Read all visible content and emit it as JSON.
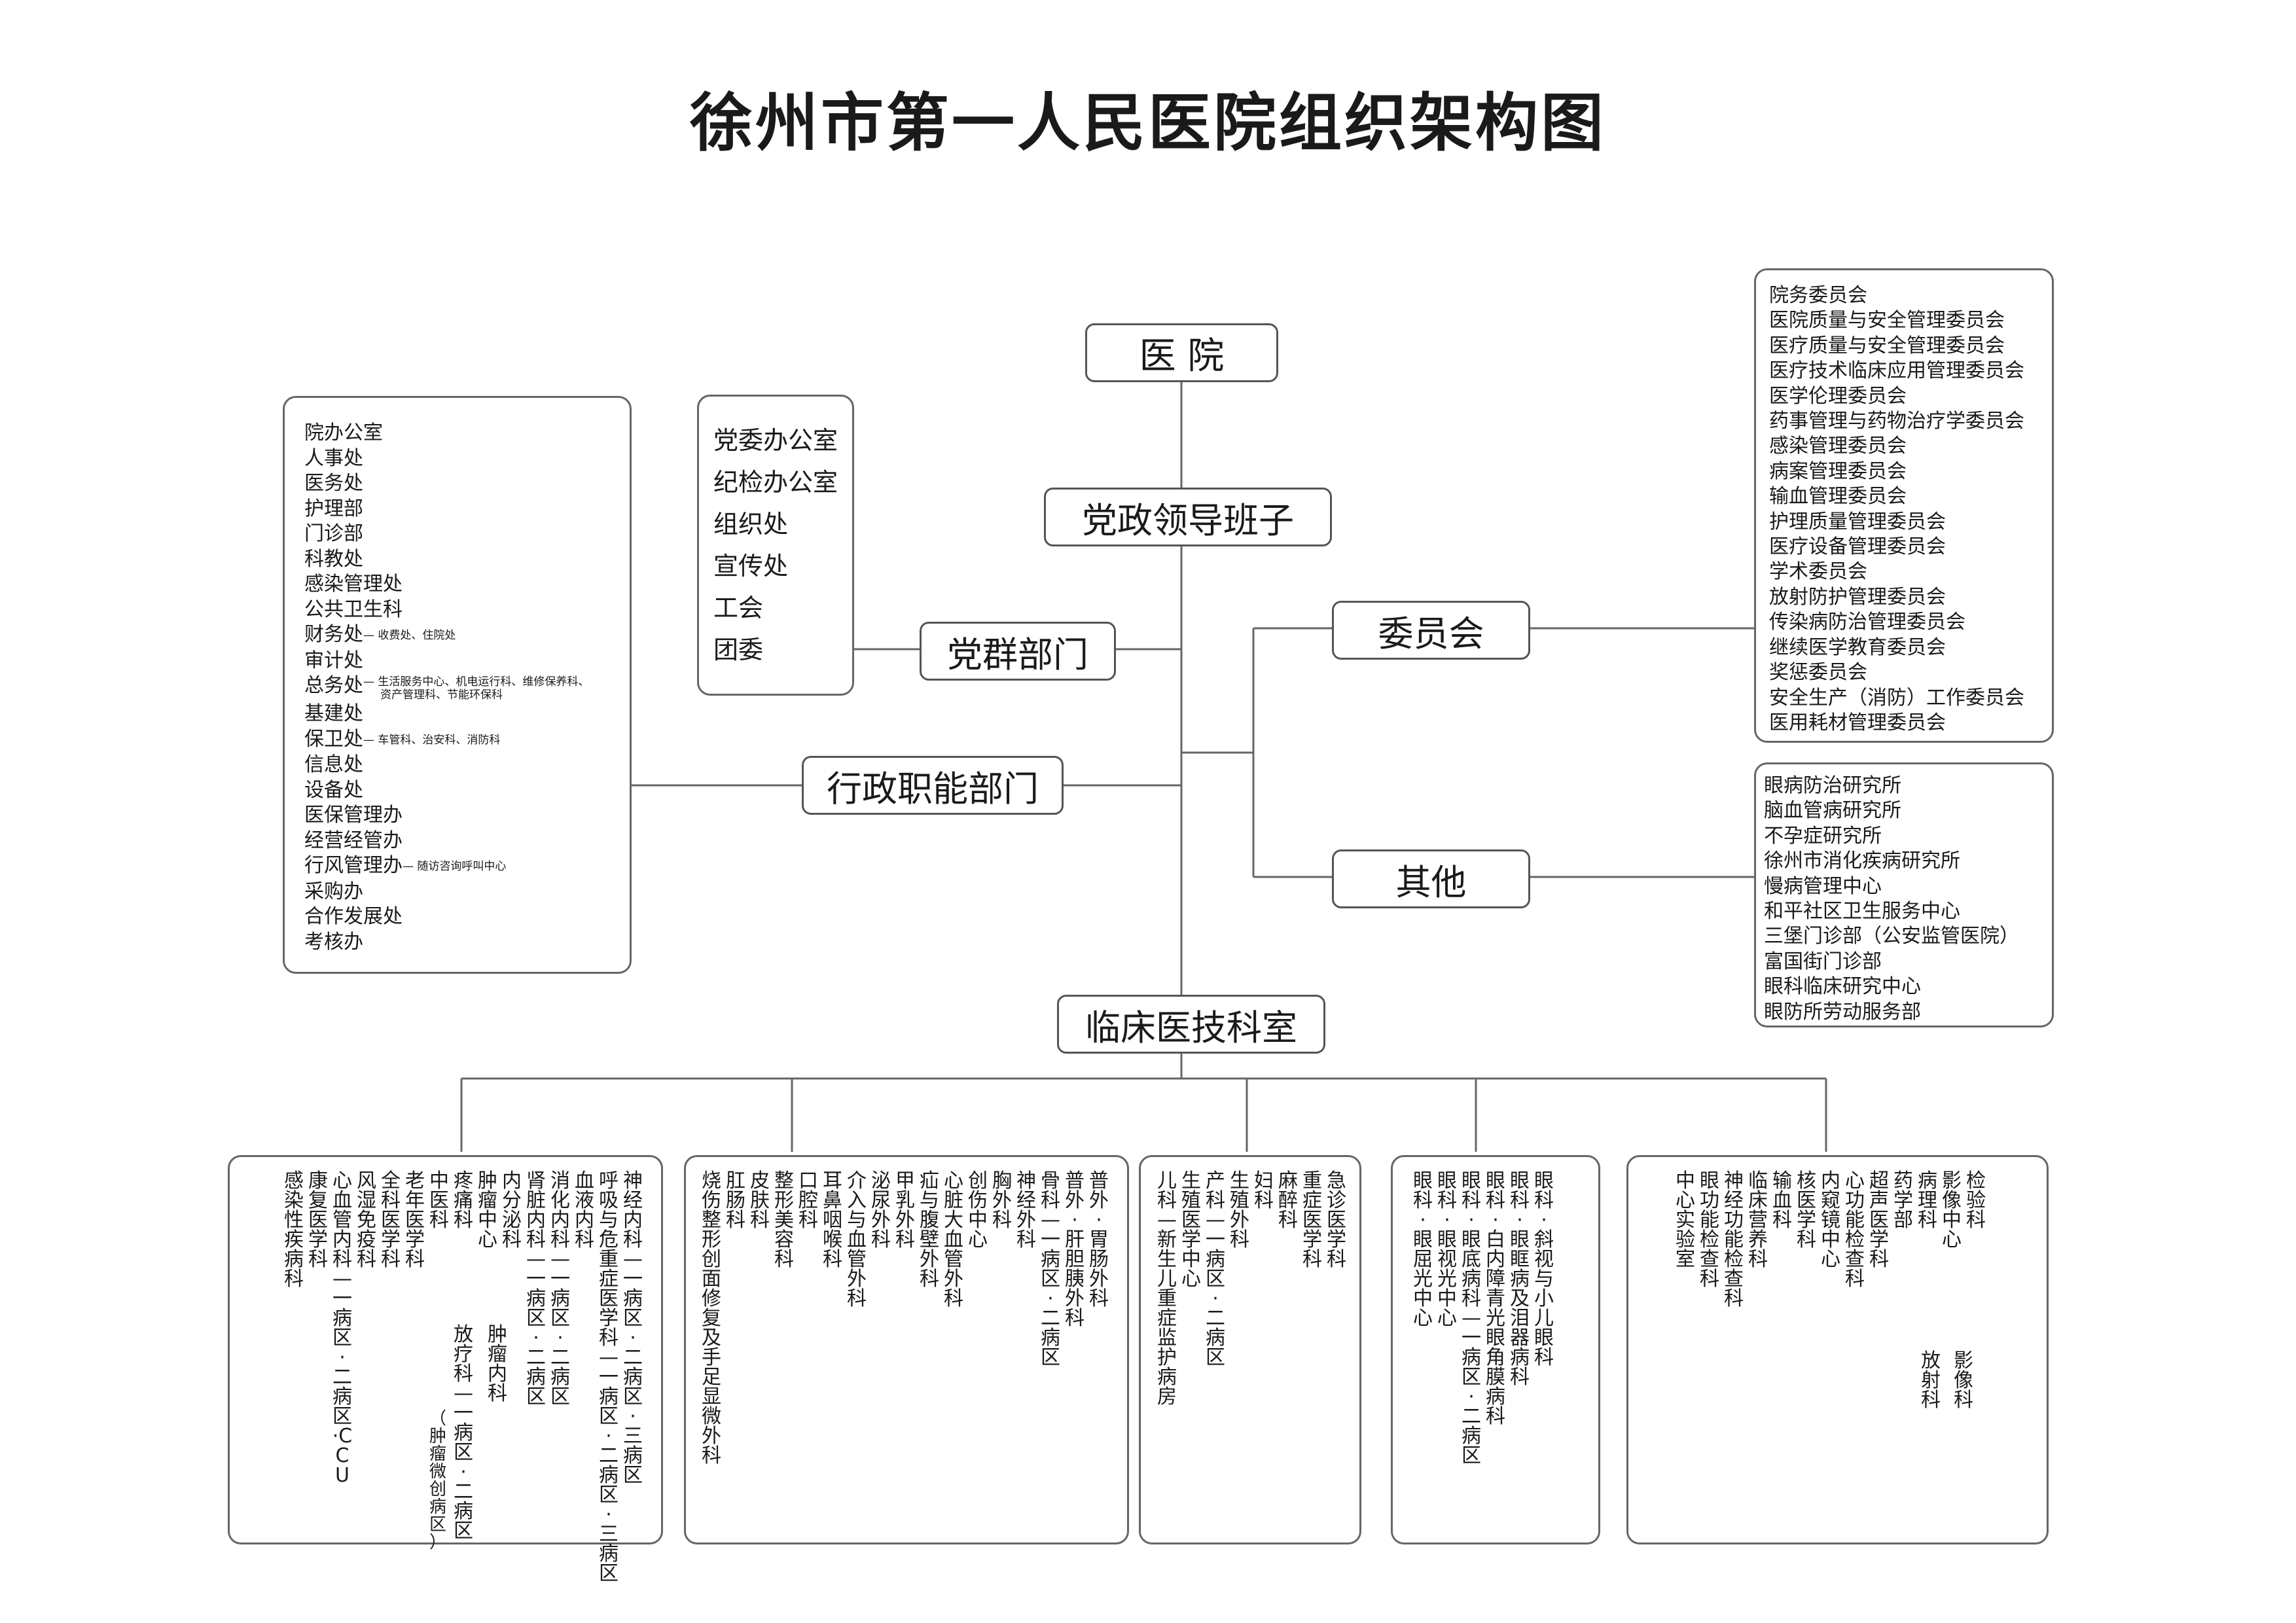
{
  "title": "徐州市第一人民医院组织架构图",
  "nodes": {
    "hospital": "医 院",
    "leadership": "党政领导班子",
    "party_dept": "党群部门",
    "admin_dept": "行政职能部门",
    "committee": "委员会",
    "other": "其他",
    "clinical": "临床医技科室"
  },
  "admin_items": [
    {
      "label": "院办公室"
    },
    {
      "label": "人事处"
    },
    {
      "label": "医务处"
    },
    {
      "label": "护理部"
    },
    {
      "label": "门诊部"
    },
    {
      "label": "科教处"
    },
    {
      "label": "感染管理处"
    },
    {
      "label": "公共卫生科"
    },
    {
      "label": "财务处",
      "sub": "— 收费处、住院处"
    },
    {
      "label": "审计处"
    },
    {
      "label": "总务处",
      "sub": "— 生活服务中心、机电运行科、维修保养科、",
      "sub_line2": "资产管理科、节能环保科"
    },
    {
      "label": "基建处"
    },
    {
      "label": "保卫处",
      "sub": "— 车管科、治安科、消防科"
    },
    {
      "label": "信息处"
    },
    {
      "label": "设备处"
    },
    {
      "label": "医保管理办"
    },
    {
      "label": "经营经管办"
    },
    {
      "label": "行风管理办",
      "sub": "— 随访咨询呼叫中心"
    },
    {
      "label": "采购办"
    },
    {
      "label": "合作发展处"
    },
    {
      "label": "考核办"
    }
  ],
  "party_items": [
    "党委办公室",
    "纪检办公室",
    "组织处",
    "宣传处",
    "工会",
    "团委"
  ],
  "committee_items": [
    "院务委员会",
    "医院质量与安全管理委员会",
    "医疗质量与安全管理委员会",
    "医疗技术临床应用管理委员会",
    "医学伦理委员会",
    "药事管理与药物治疗学委员会",
    "感染管理委员会",
    "病案管理委员会",
    "输血管理委员会",
    "护理质量管理委员会",
    "医疗设备管理委员会",
    "学术委员会",
    "放射防护管理委员会",
    "传染病防治管理委员会",
    "继续医学教育委员会",
    "奖惩委员会",
    "安全生产（消防）工作委员会",
    "医用耗材管理委员会"
  ],
  "other_items": [
    "眼病防治研究所",
    "脑血管病研究所",
    "不孕症研究所",
    "徐州市消化疾病研究所",
    "慢病管理中心",
    "和平社区卫生服务中心",
    "三堡门诊部（公安监管医院）",
    "富国街门诊部",
    "眼科临床研究中心",
    "眼防所劳动服务部"
  ],
  "clinical_groups": [
    {
      "columns": [
        "神经内科—一病区·二病区·三病区",
        "呼吸与危重症医学科—一病区·二病区·三病区",
        "血液内科",
        "消化内科—一病区·二病区",
        "肾脏内科—一病区·二病区",
        "内分泌科",
        "肿瘤中心",
        "疼痛科",
        "中医科",
        "老年医学科",
        "全科医学科",
        "风湿免疫科",
        "心血管内科—一病区·二病区·CCU",
        "康复医学科",
        "感染性疾病科"
      ],
      "tumor_sub": [
        "肿瘤内科",
        "放疗科—一病区·二病区",
        "（肿瘤微创病区）"
      ]
    },
    {
      "columns": [
        "普外·胃肠外科",
        "普外·肝胆胰外科",
        "骨科—一病区·二病区",
        "神经外科",
        "胸外科",
        "创伤中心",
        "心脏大血管外科",
        "疝与腹壁外科",
        "甲乳外科",
        "泌尿外科",
        "介入与血管外科",
        "耳鼻咽喉科",
        "口腔科",
        "整形美容科",
        "皮肤科",
        "肛肠科",
        "烧伤整形创面修复及手足显微外科"
      ]
    },
    {
      "columns": [
        "急诊医学科",
        "重症医学科",
        "麻醉科",
        "妇科",
        "生殖外科",
        "产科—一病区·二病区",
        "生殖医学中心",
        "儿科—新生儿重症监护病房"
      ]
    },
    {
      "columns": [
        "眼科·斜视与小儿眼科",
        "眼科·眼眶病及泪器病科",
        "眼科·白内障青光眼角膜病科",
        "眼科·眼底病科—一病区·二病区",
        "眼科·眼视光中心",
        "眼科·眼屈光中心"
      ]
    },
    {
      "columns": [
        "检验科",
        "影像中心",
        "病理科",
        "药学部",
        "超声医学科",
        "心功能检查科",
        "内窥镜中心",
        "核医学科",
        "输血科",
        "临床营养科",
        "神经功能检查科",
        "眼功能检查科",
        "中心实验室"
      ],
      "imaging_sub": [
        "影像科",
        "放射科"
      ]
    }
  ]
}
